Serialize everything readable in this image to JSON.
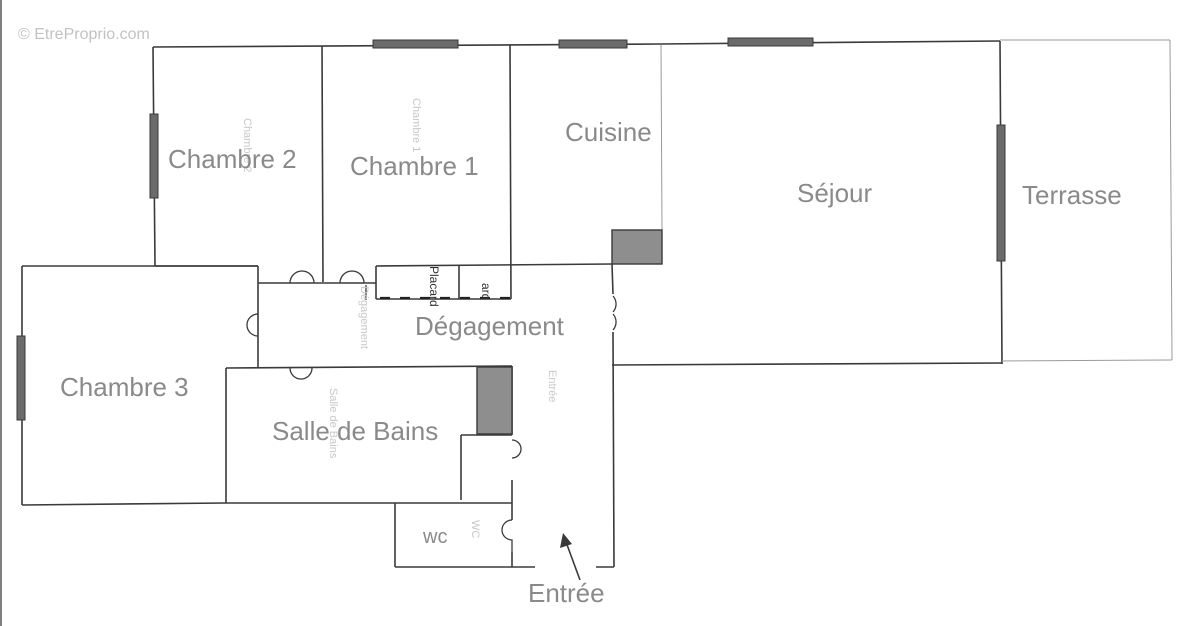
{
  "watermark": "© EtreProprio.com",
  "rooms": {
    "chambre2": "Chambre 2",
    "chambre1": "Chambre 1",
    "cuisine": "Cuisine",
    "sejour": "Séjour",
    "terrasse": "Terrasse",
    "chambre3": "Chambre 3",
    "degagement": "Dégagement",
    "salle_de_bains": "Salle de Bains",
    "wc": "wc",
    "entree": "Entrée"
  },
  "closets": {
    "placard_a": "Placard",
    "placard_b": "ard"
  },
  "colors": {
    "wall": "#3a3a3a",
    "window": "#6b6b6b",
    "duct": "#8e8e8e",
    "label": "#8a8a8a"
  }
}
